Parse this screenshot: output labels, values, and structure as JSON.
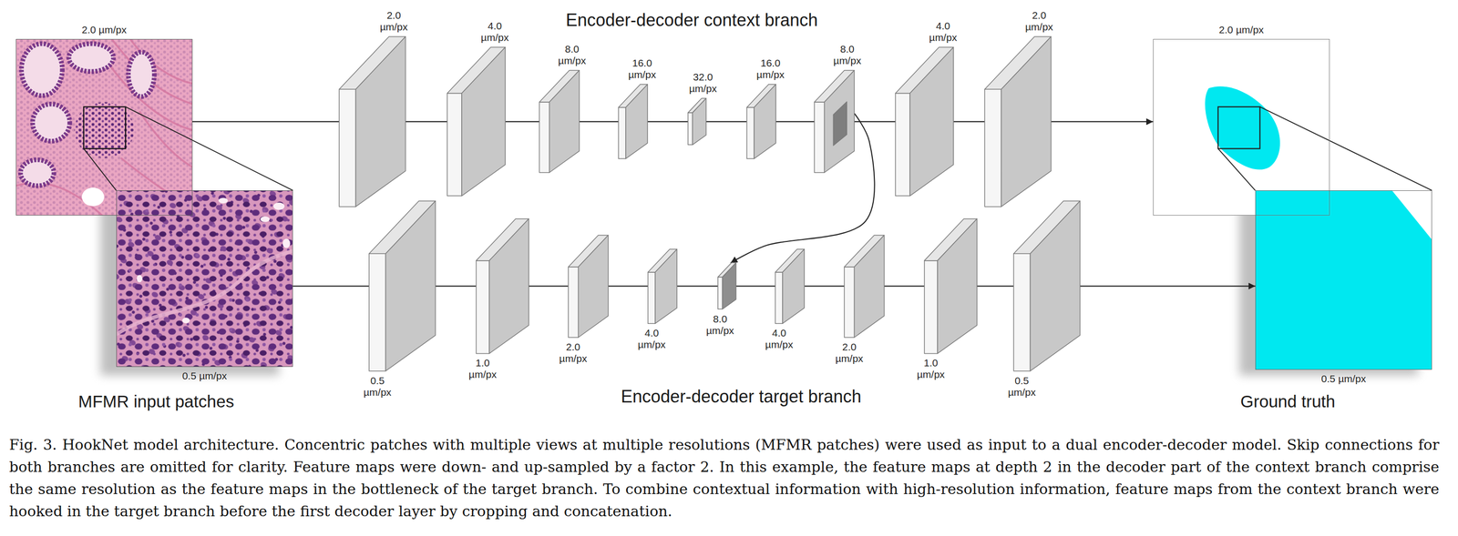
{
  "diagram": {
    "caption": "Fig. 3. HookNet model architecture. Concentric patches with multiple views at multiple resolutions (MFMR patches) were used as input to a dual encoder-decoder model. Skip connections for both branches are omitted for clarity. Feature maps were down- and up-sampled by a factor 2. In this example, the feature maps at depth 2 in the decoder part of the context branch comprise the same resolution as the feature maps in the bottleneck of the target branch. To combine contextual information with high-resolution information, feature maps from the context branch were hooked in the target branch before the first decoder layer by cropping and concatenation.",
    "nodes": [
      {
        "text": [
          "2.0 µm/px"
        ]
      },
      {
        "text": [
          "0.5 µm/px"
        ]
      },
      {
        "text": [
          "2.0 µm/px"
        ]
      },
      {
        "text": [
          "4.0 µm/px"
        ]
      },
      {
        "text": [
          "8.0 µm/px"
        ]
      },
      {
        "text": [
          "16.0 µm/px"
        ]
      },
      {
        "text": [
          "32.0 µm/px"
        ]
      },
      {
        "text": [
          "16.0 µm/px"
        ]
      },
      {
        "text": [
          "8.0 µm/px"
        ]
      },
      {
        "text": [
          "4.0 µm/px"
        ]
      },
      {
        "text": [
          "2.0 µm/px"
        ]
      },
      {
        "text": [
          "0.5 µm/px"
        ]
      },
      {
        "text": [
          "1.0 µm/px"
        ]
      },
      {
        "text": [
          "2.0 µm/px"
        ]
      },
      {
        "text": [
          "4.0 µm/px"
        ]
      },
      {
        "text": [
          "8.0 µm/px"
        ]
      },
      {
        "text": [
          "4.0 µm/px"
        ]
      },
      {
        "text": [
          "2.0 µm/px"
        ]
      },
      {
        "text": [
          "1.0 µm/px"
        ]
      },
      {
        "text": [
          "0.5 µm/px"
        ]
      },
      {
        "text": [
          "2.0 µm/px"
        ]
      },
      {
        "text": [
          "0.5 µm/px"
        ]
      }
    ],
    "edges": [
      {
        "from": 0,
        "to": 2,
        "arrow": "none"
      },
      {
        "from": 2,
        "to": 3,
        "arrow": "none"
      },
      {
        "from": 3,
        "to": 4,
        "arrow": "none"
      },
      {
        "from": 4,
        "to": 5,
        "arrow": "none"
      },
      {
        "from": 5,
        "to": 6,
        "arrow": "none"
      },
      {
        "from": 6,
        "to": 7,
        "arrow": "none"
      },
      {
        "from": 7,
        "to": 8,
        "arrow": "none"
      },
      {
        "from": 8,
        "to": 9,
        "arrow": "none"
      },
      {
        "from": 9,
        "to": 10,
        "arrow": "none"
      },
      {
        "from": 10,
        "to": 20,
        "arrow": "to"
      },
      {
        "from": 1,
        "to": 11,
        "arrow": "none"
      },
      {
        "from": 11,
        "to": 12,
        "arrow": "none"
      },
      {
        "from": 12,
        "to": 13,
        "arrow": "none"
      },
      {
        "from": 13,
        "to": 14,
        "arrow": "none"
      },
      {
        "from": 14,
        "to": 15,
        "arrow": "none"
      },
      {
        "from": 15,
        "to": 16,
        "arrow": "none"
      },
      {
        "from": 16,
        "to": 17,
        "arrow": "none"
      },
      {
        "from": 17,
        "to": 18,
        "arrow": "none"
      },
      {
        "from": 18,
        "to": 19,
        "arrow": "none"
      },
      {
        "from": 19,
        "to": 21,
        "arrow": "to"
      },
      {
        "from": 8,
        "to": 15,
        "arrow": "to"
      }
    ],
    "labels": [
      "Encoder-decoder context branch",
      "Encoder-decoder target branch",
      "MFMR input patches",
      "Ground truth"
    ]
  }
}
